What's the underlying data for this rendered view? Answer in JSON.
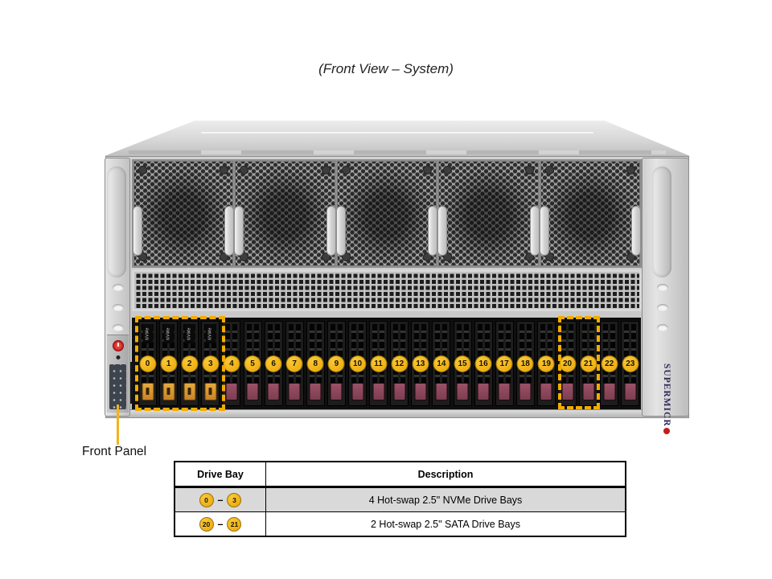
{
  "title": "(Front View – System)",
  "front_panel_label": "Front Panel",
  "brand": {
    "text": "SUPERMICR",
    "dot_icon": "red-dot-icon"
  },
  "icons": {
    "power_button": "power-icon",
    "reset_button": "reset-icon"
  },
  "fans": {
    "count": 5
  },
  "drive_bays": {
    "numbers": [
      "0",
      "1",
      "2",
      "3",
      "4",
      "5",
      "6",
      "7",
      "8",
      "9",
      "10",
      "11",
      "12",
      "13",
      "14",
      "15",
      "16",
      "17",
      "18",
      "19",
      "20",
      "21",
      "22",
      "23"
    ],
    "nvme_bays": [
      "0",
      "1",
      "2",
      "3"
    ],
    "nvme_tray_label": "NVMe",
    "sata_outlined_bays": [
      "20",
      "21"
    ]
  },
  "table": {
    "headers": [
      "Drive Bay",
      "Description"
    ],
    "rows": [
      {
        "badges": [
          "0",
          "3"
        ],
        "separator": "–",
        "description": "4 Hot-swap 2.5\" NVMe Drive Bays",
        "shaded": true
      },
      {
        "badges": [
          "20",
          "21"
        ],
        "separator": "–",
        "description": "2 Hot-swap 2.5\" SATA Drive Bays",
        "shaded": false
      }
    ]
  },
  "colors": {
    "badge_yellow": "#f2b31c",
    "outline_gold": "#f2ac00",
    "nvme_latch_orange": "#d9952f",
    "sata_latch_maroon": "#8d4a5e",
    "power_red": "#c21d1d",
    "brand_dot_red": "#c41c1c"
  }
}
